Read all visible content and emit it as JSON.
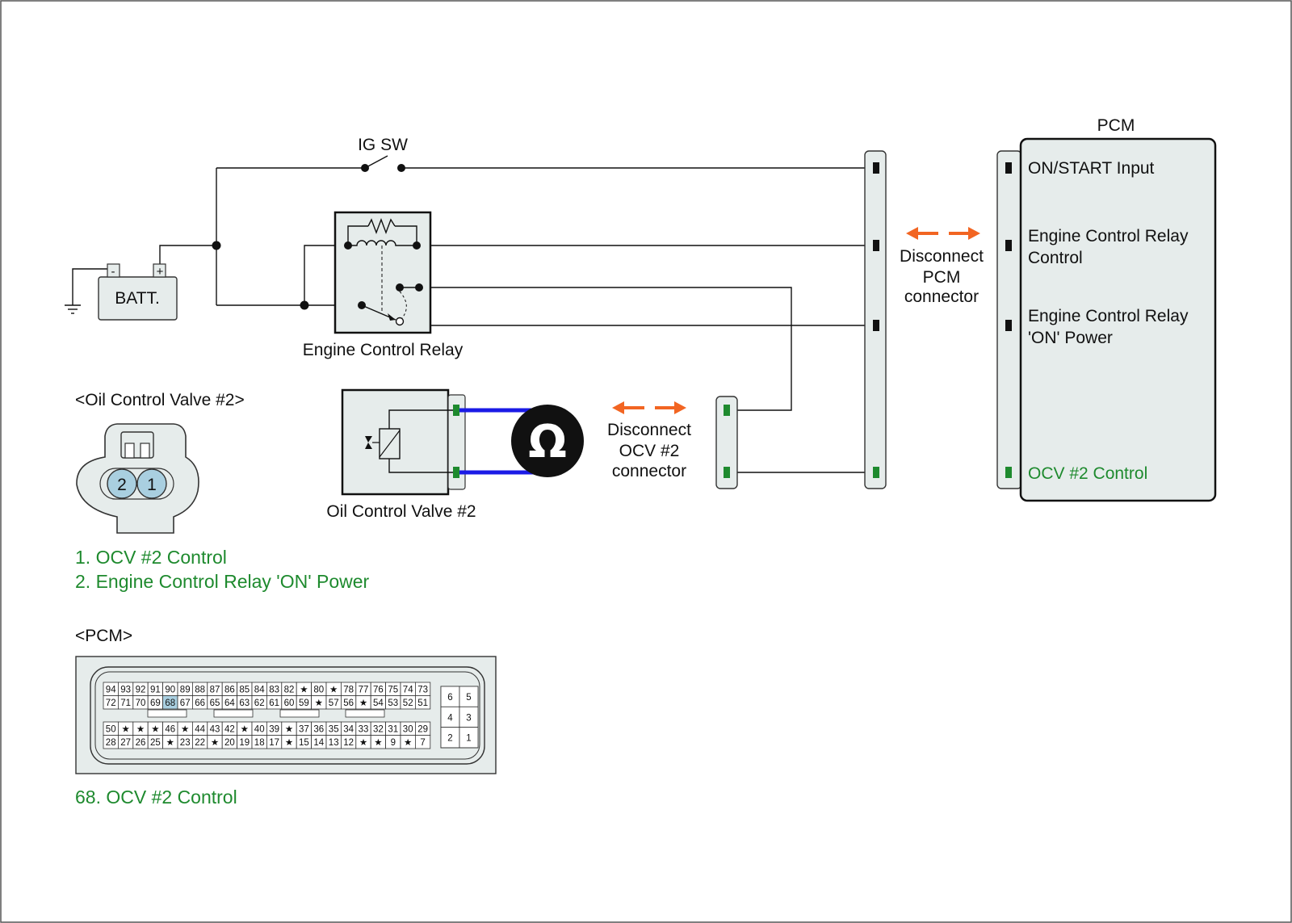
{
  "labels": {
    "ig_sw": "IG SW",
    "batt": "BATT.",
    "batt_minus": "-",
    "batt_plus": "+",
    "engine_control_relay": "Engine Control Relay",
    "pcm_title": "PCM",
    "pcm_pin_on_start": "ON/START Input",
    "pcm_pin_ecr_control_1": "Engine Control Relay",
    "pcm_pin_ecr_control_2": "Control",
    "pcm_pin_ecr_power_1": "Engine Control Relay",
    "pcm_pin_ecr_power_2": "'ON' Power",
    "pcm_pin_ocv": "OCV #2 Control",
    "disconnect_pcm_1": "Disconnect",
    "disconnect_pcm_2": "PCM",
    "disconnect_pcm_3": "connector",
    "disconnect_ocv_1": "Disconnect",
    "disconnect_ocv_2": "OCV #2",
    "disconnect_ocv_3": "connector",
    "ocv_component": "Oil Control Valve #2",
    "ohm_symbol": "Ω",
    "ocv_connector_title": "<Oil Control Valve #2>",
    "ocv_pin_1": "1",
    "ocv_pin_2": "2",
    "ocv_pin_desc_1": "1. OCV #2 Control",
    "ocv_pin_desc_2": "2. Engine Control Relay 'ON' Power",
    "pcm_connector_title": "<PCM>",
    "pcm_pin_desc": "68. OCV #2 Control"
  },
  "pcm_connector": {
    "row1": [
      "94",
      "93",
      "92",
      "91",
      "90",
      "89",
      "88",
      "87",
      "86",
      "85",
      "84",
      "83",
      "82",
      "★",
      "80",
      "★",
      "78",
      "77",
      "76",
      "75",
      "74",
      "73"
    ],
    "row2": [
      "72",
      "71",
      "70",
      "69",
      "68",
      "67",
      "66",
      "65",
      "64",
      "63",
      "62",
      "61",
      "60",
      "59",
      "★",
      "57",
      "56",
      "★",
      "54",
      "53",
      "52",
      "51"
    ],
    "row3": [
      "50",
      "★",
      "★",
      "★",
      "46",
      "★",
      "44",
      "43",
      "42",
      "★",
      "40",
      "39",
      "★",
      "37",
      "36",
      "35",
      "34",
      "33",
      "32",
      "31",
      "30",
      "29"
    ],
    "row4": [
      "28",
      "27",
      "26",
      "25",
      "★",
      "23",
      "22",
      "★",
      "20",
      "19",
      "18",
      "17",
      "★",
      "15",
      "14",
      "13",
      "12",
      "★",
      "★",
      "9",
      "★",
      "7"
    ],
    "side": [
      "6",
      "5",
      "4",
      "3",
      "2",
      "1"
    ],
    "highlight_pin": "68"
  },
  "colors": {
    "wire": "#111111",
    "component_fill": "#e6eceb",
    "pin_green": "#1e8a2e",
    "test_lead": "#1a1ae6",
    "arrow": "#f26522",
    "highlight": "#a9cfe0"
  }
}
